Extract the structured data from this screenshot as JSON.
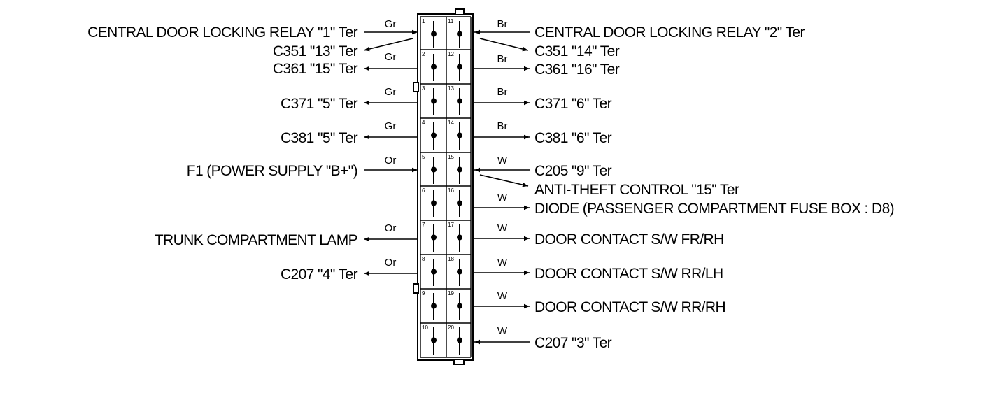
{
  "pins": {
    "left": [
      "1",
      "2",
      "3",
      "4",
      "5",
      "6",
      "7",
      "8",
      "9",
      "10"
    ],
    "right": [
      "11",
      "12",
      "13",
      "14",
      "15",
      "16",
      "17",
      "18",
      "19",
      "20"
    ]
  },
  "left_wires": [
    {
      "pin": "1",
      "color": "Gr",
      "label": "CENTRAL DOOR LOCKING RELAY \"1\" Ter"
    },
    {
      "pin": "1",
      "color": "",
      "label": "C351 \"13\" Ter"
    },
    {
      "pin": "2",
      "color": "Gr",
      "label": "C361 \"15\" Ter"
    },
    {
      "pin": "3",
      "color": "Gr",
      "label": "C371 \"5\" Ter"
    },
    {
      "pin": "4",
      "color": "Gr",
      "label": "C381 \"5\" Ter"
    },
    {
      "pin": "5",
      "color": "Or",
      "label": "F1 (POWER SUPPLY \"B+\")"
    },
    {
      "pin": "7",
      "color": "Or",
      "label": "TRUNK COMPARTMENT LAMP"
    },
    {
      "pin": "8",
      "color": "Or",
      "label": "C207 \"4\" Ter"
    }
  ],
  "right_wires": [
    {
      "pin": "11",
      "color": "Br",
      "label": "CENTRAL DOOR LOCKING RELAY \"2\" Ter"
    },
    {
      "pin": "11",
      "color": "",
      "label": "C351 \"14\" Ter"
    },
    {
      "pin": "12",
      "color": "Br",
      "label": "C361 \"16\" Ter"
    },
    {
      "pin": "13",
      "color": "Br",
      "label": "C371 \"6\" Ter"
    },
    {
      "pin": "14",
      "color": "Br",
      "label": "C381 \"6\" Ter"
    },
    {
      "pin": "15",
      "color": "W",
      "label": "C205 \"9\" Ter"
    },
    {
      "pin": "15",
      "color": "",
      "label": "ANTI-THEFT CONTROL \"15\" Ter"
    },
    {
      "pin": "16",
      "color": "W",
      "label": "DIODE (PASSENGER COMPARTMENT FUSE BOX : D8)"
    },
    {
      "pin": "17",
      "color": "W",
      "label": "DOOR CONTACT S/W FR/RH"
    },
    {
      "pin": "18",
      "color": "W",
      "label": "DOOR CONTACT S/W RR/LH"
    },
    {
      "pin": "19",
      "color": "W",
      "label": "DOOR CONTACT S/W RR/RH"
    },
    {
      "pin": "20",
      "color": "W",
      "label": "C207 \"3\" Ter"
    }
  ]
}
